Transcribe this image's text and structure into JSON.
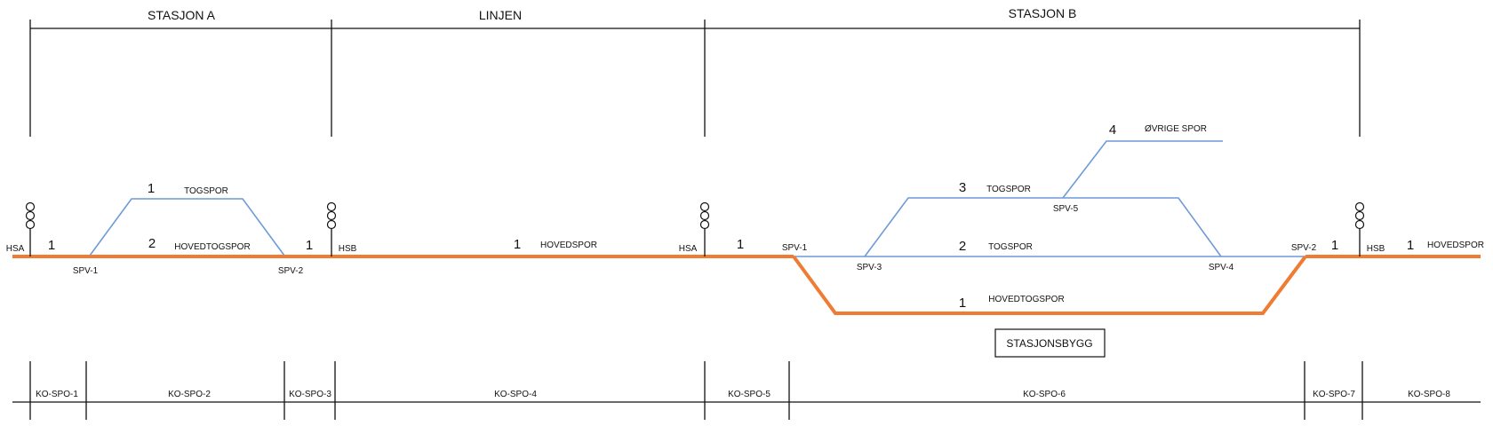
{
  "zones": {
    "stasjon_a": "STASJON A",
    "linjen": "LINJEN",
    "stasjon_b": "STASJON B"
  },
  "tracks": {
    "a_togspor_num": "1",
    "a_togspor_label": "TOGSPOR",
    "a_hovedtogspor_num": "2",
    "a_hovedtogspor_label": "HOVEDTOGSPOR",
    "a_left_num": "1",
    "a_right_num": "1",
    "linjen_num": "1",
    "linjen_label": "HOVEDSPOR",
    "b_left_num": "1",
    "b_ovrige_num": "4",
    "b_ovrige_label": "ØVRIGE SPOR",
    "b_togspor3_num": "3",
    "b_togspor3_label": "TOGSPOR",
    "b_togspor2_num": "2",
    "b_togspor2_label": "TOGSPOR",
    "b_hovedtogspor_num": "1",
    "b_hovedtogspor_label": "HOVEDTOGSPOR",
    "b_right_num": "1",
    "end_num": "1",
    "end_label": "HOVEDSPOR"
  },
  "points": {
    "hsa_1": "HSA",
    "hsb_1": "HSB",
    "hsa_2": "HSA",
    "hsb_2": "HSB",
    "a_spv1": "SPV-1",
    "a_spv2": "SPV-2",
    "b_spv1": "SPV-1",
    "b_spv2": "SPV-2",
    "b_spv3": "SPV-3",
    "b_spv4": "SPV-4",
    "b_spv5": "SPV-5"
  },
  "building": "STASJONSBYGG",
  "sections": [
    "KO-SPO-1",
    "KO-SPO-2",
    "KO-SPO-3",
    "KO-SPO-4",
    "KO-SPO-5",
    "KO-SPO-6",
    "KO-SPO-7",
    "KO-SPO-8"
  ],
  "colors": {
    "main_track": "#ef7c32",
    "side_track": "#6f9ad8",
    "line": "#111111"
  },
  "icons": {
    "signal": "signal-icon"
  }
}
